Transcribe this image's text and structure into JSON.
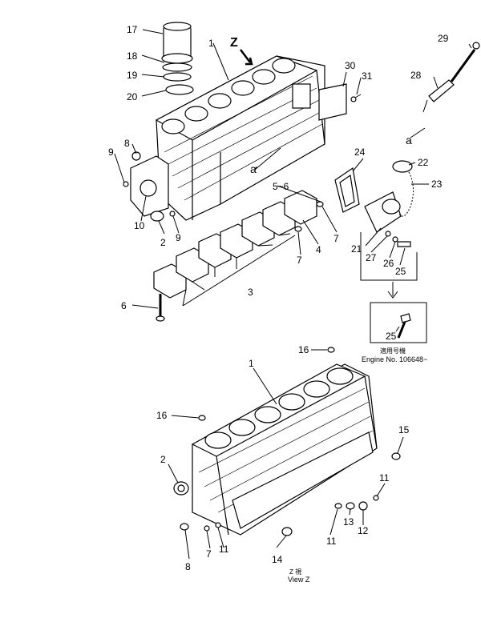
{
  "view_marker": "Z",
  "callout_a": "a",
  "range_label": "5~6",
  "engine_applicability": {
    "jp": "適用号機",
    "text": "Engine No. 106648~"
  },
  "view_caption": {
    "jp": "Z 視",
    "en": "View Z"
  },
  "callouts": {
    "c1_top": "1",
    "c1_bot": "1",
    "c2_top": "2",
    "c2_bot": "2",
    "c3": "3",
    "c4": "4",
    "c6": "6",
    "c7_a": "7",
    "c7_b": "7",
    "c7_c": "7",
    "c8_top": "8",
    "c8_bot": "8",
    "c9_a": "9",
    "c9_b": "9",
    "c10": "10",
    "c11_a": "11",
    "c11_b": "11",
    "c11_c": "11",
    "c12": "12",
    "c13": "13",
    "c14": "14",
    "c15": "15",
    "c16_a": "16",
    "c16_b": "16",
    "c17": "17",
    "c18": "18",
    "c19": "19",
    "c20": "20",
    "c21": "21",
    "c22": "22",
    "c23": "23",
    "c24": "24",
    "c25_a": "25",
    "c25_b": "25",
    "c26": "26",
    "c27": "27",
    "c28": "28",
    "c29": "29",
    "c30": "30",
    "c31": "31"
  }
}
